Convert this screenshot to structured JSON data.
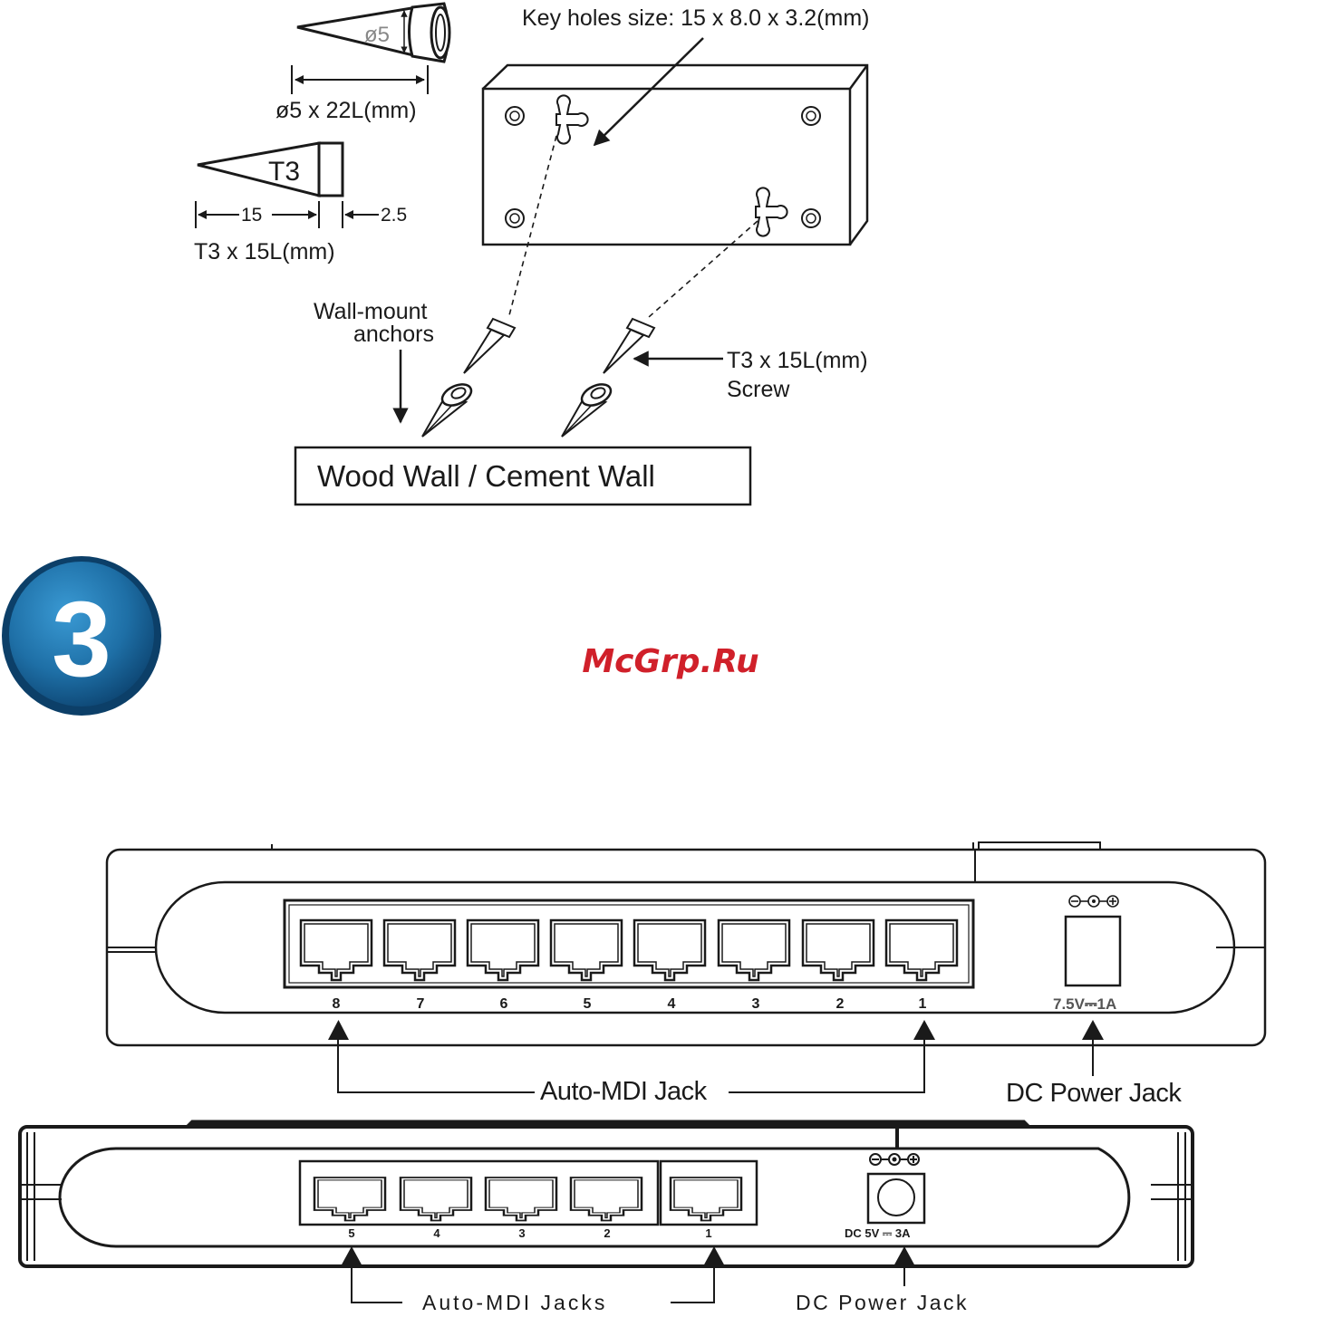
{
  "colors": {
    "ink": "#1a1a1a",
    "watermark": "#d0202a",
    "badge_dark": "#0f4f7f",
    "badge_light": "#2b86c0",
    "badge_text": "#ffffff"
  },
  "mounting": {
    "anchor_diameter_label": "ø5",
    "anchor_size_label": "ø5 x 22L(mm)",
    "screw_head_label": "T3",
    "screw_length_dim": "15",
    "screw_head_dim": "2.5",
    "screw_size_label": "T3 x 15L(mm)",
    "key_holes_label": "Key holes size: 15 x 8.0 x 3.2(mm)",
    "anchors_label_line1": "Wall-mount",
    "anchors_label_line2": "anchors",
    "screw_label_line1": "T3 x 15L(mm)",
    "screw_label_line2": "Screw",
    "wall_label": "Wood Wall / Cement Wall"
  },
  "step": {
    "number": "3"
  },
  "watermark": "McGrp.Ru",
  "panel_8port": {
    "port_numbers": [
      "8",
      "7",
      "6",
      "5",
      "4",
      "3",
      "2",
      "1"
    ],
    "power_rating": "7.5V⎓1A",
    "polarity_icon": "polarity-icon",
    "jack_label": "Auto-MDI Jack",
    "power_label": "DC Power Jack"
  },
  "panel_5port": {
    "port_numbers": [
      "5",
      "4",
      "3",
      "2",
      "1"
    ],
    "power_rating": "DC 5V ⎓ 3A",
    "polarity_icon": "polarity-icon",
    "jack_label": "Auto-MDI Jacks",
    "power_label": "DC Power Jack"
  }
}
